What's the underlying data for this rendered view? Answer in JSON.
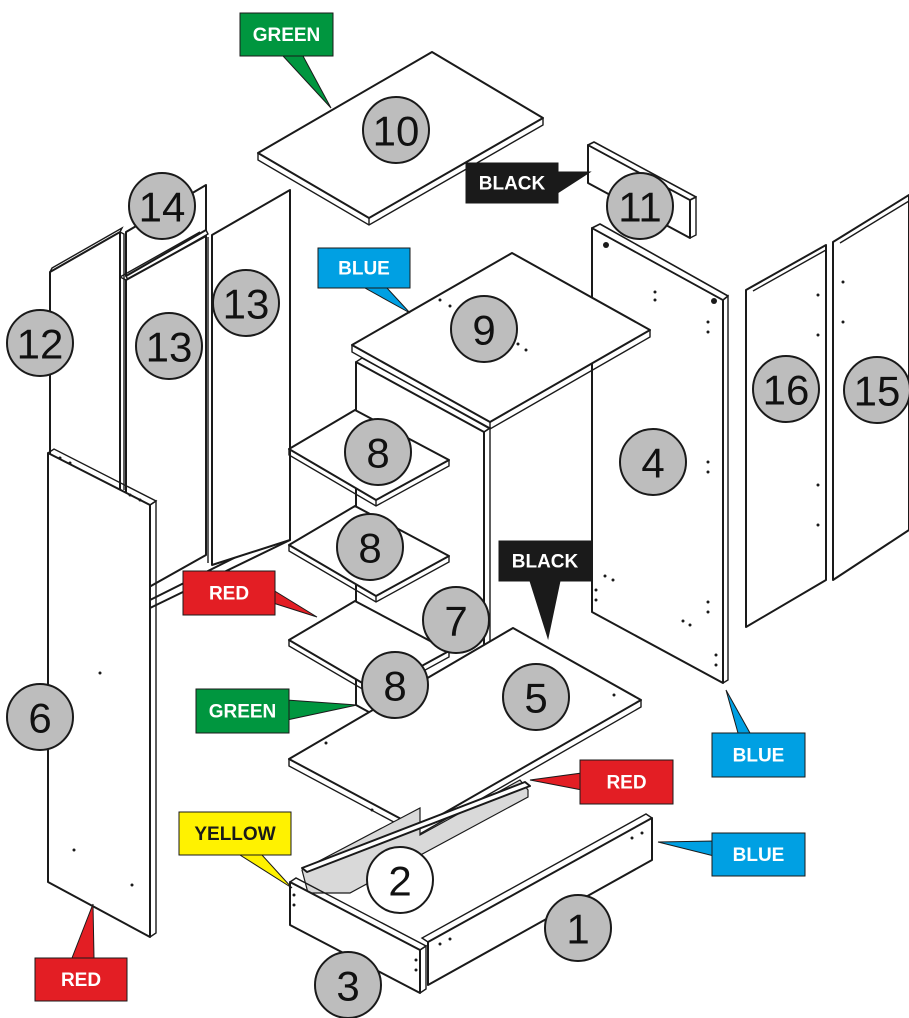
{
  "colors": {
    "RED": "#e31e24",
    "GREEN": "#00963f",
    "BLUE": "#00a0e3",
    "BLACK": "#1a1a1a",
    "YELLOW": "#fff200",
    "part_fill": "#bdbdbd",
    "part_fill_plain": "#ffffff"
  },
  "parts": [
    {
      "number": "1",
      "fill": "part_fill"
    },
    {
      "number": "2",
      "fill": "part_fill_plain"
    },
    {
      "number": "3",
      "fill": "part_fill"
    },
    {
      "number": "4",
      "fill": "part_fill"
    },
    {
      "number": "5",
      "fill": "part_fill"
    },
    {
      "number": "6",
      "fill": "part_fill"
    },
    {
      "number": "7",
      "fill": "part_fill"
    },
    {
      "number": "8",
      "fill": "part_fill"
    },
    {
      "number": "8",
      "fill": "part_fill"
    },
    {
      "number": "8",
      "fill": "part_fill"
    },
    {
      "number": "9",
      "fill": "part_fill"
    },
    {
      "number": "10",
      "fill": "part_fill"
    },
    {
      "number": "11",
      "fill": "part_fill"
    },
    {
      "number": "12",
      "fill": "part_fill"
    },
    {
      "number": "13",
      "fill": "part_fill"
    },
    {
      "number": "13",
      "fill": "part_fill"
    },
    {
      "number": "14",
      "fill": "part_fill"
    },
    {
      "number": "15",
      "fill": "part_fill"
    },
    {
      "number": "16",
      "fill": "part_fill"
    }
  ],
  "edge_tags": [
    {
      "label": "GREEN",
      "color": "GREEN",
      "text_color": "#ffffff"
    },
    {
      "label": "BLACK",
      "color": "BLACK",
      "text_color": "#ffffff"
    },
    {
      "label": "BLUE",
      "color": "BLUE",
      "text_color": "#ffffff"
    },
    {
      "label": "BLACK",
      "color": "BLACK",
      "text_color": "#ffffff"
    },
    {
      "label": "RED",
      "color": "RED",
      "text_color": "#ffffff"
    },
    {
      "label": "GREEN",
      "color": "GREEN",
      "text_color": "#ffffff"
    },
    {
      "label": "BLUE",
      "color": "BLUE",
      "text_color": "#ffffff"
    },
    {
      "label": "RED",
      "color": "RED",
      "text_color": "#ffffff"
    },
    {
      "label": "YELLOW",
      "color": "YELLOW",
      "text_color": "#1a1a1a"
    },
    {
      "label": "BLUE",
      "color": "BLUE",
      "text_color": "#ffffff"
    },
    {
      "label": "RED",
      "color": "RED",
      "text_color": "#ffffff"
    }
  ]
}
